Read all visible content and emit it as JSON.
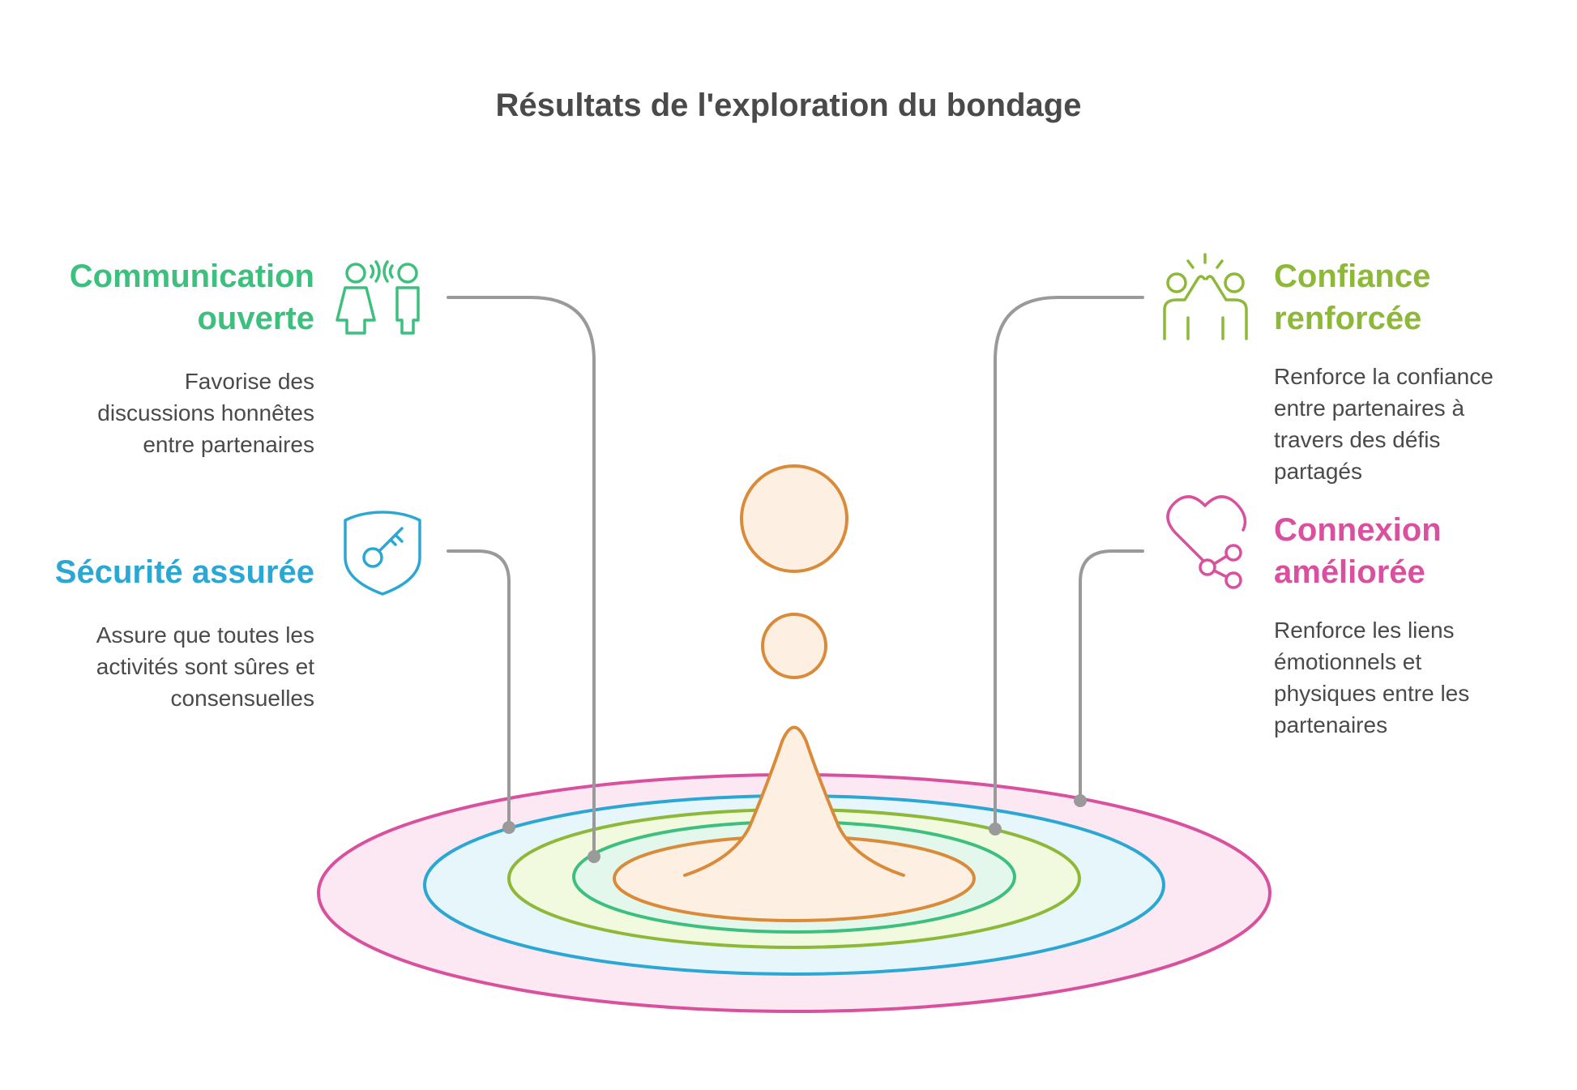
{
  "title": "Résultats de l'exploration du bondage",
  "colors": {
    "communication": "#3dbf7d",
    "securite": "#2ba7d4",
    "confiance": "#8db838",
    "connexion": "#d9509e",
    "drop": "#d98b3a",
    "connector": "#9a9a9a"
  },
  "items": {
    "communication": {
      "heading_line1": "Communication",
      "heading_line2": "ouverte",
      "desc_line1": "Favorise des",
      "desc_line2": "discussions honnêtes",
      "desc_line3": "entre partenaires",
      "icon": "people-talking-icon"
    },
    "securite": {
      "heading": "Sécurité assurée",
      "desc_line1": "Assure que toutes les",
      "desc_line2": "activités sont sûres et",
      "desc_line3": "consensuelles",
      "icon": "shield-key-icon"
    },
    "confiance": {
      "heading_line1": "Confiance",
      "heading_line2": "renforcée",
      "desc_line1": "Renforce la confiance",
      "desc_line2": "entre partenaires à",
      "desc_line3": "travers des défis",
      "desc_line4": "partagés",
      "icon": "high-five-icon"
    },
    "connexion": {
      "heading_line1": "Connexion",
      "heading_line2": "améliorée",
      "desc_line1": "Renforce les liens",
      "desc_line2": "émotionnels et",
      "desc_line3": "physiques entre les",
      "desc_line4": "partenaires",
      "icon": "heart-share-icon"
    }
  }
}
